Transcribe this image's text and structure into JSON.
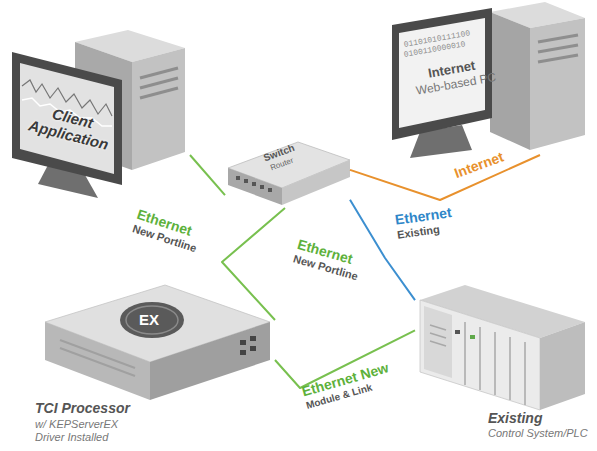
{
  "diagram": {
    "nodes": [
      {
        "text": [
          "Client Application"
        ]
      },
      {
        "text": [
          "Internet",
          "Web-based PC"
        ]
      },
      {
        "text": [
          "Switch",
          "Router"
        ]
      },
      {
        "text": [
          "TCI Processor",
          "w/ KEPServerEX Driver Installed"
        ]
      },
      {
        "text": [
          "Existing",
          "Control System/PLC"
        ]
      }
    ],
    "edges": [
      {
        "from": 0,
        "to": 2,
        "arrow": "none",
        "label": "Ethernet New Portline"
      },
      {
        "from": 1,
        "to": 2,
        "arrow": "none",
        "label": "Internet"
      },
      {
        "from": 2,
        "to": 4,
        "arrow": "none",
        "label": "Ethernet Existing"
      },
      {
        "from": 2,
        "to": 3,
        "arrow": "none",
        "label": "Ethernet New Portline"
      },
      {
        "from": 3,
        "to": 4,
        "arrow": "none",
        "label": "Ethernet New Module & Link"
      }
    ],
    "labels": [
      "01101010111100",
      "0100110000010",
      "EX"
    ]
  }
}
